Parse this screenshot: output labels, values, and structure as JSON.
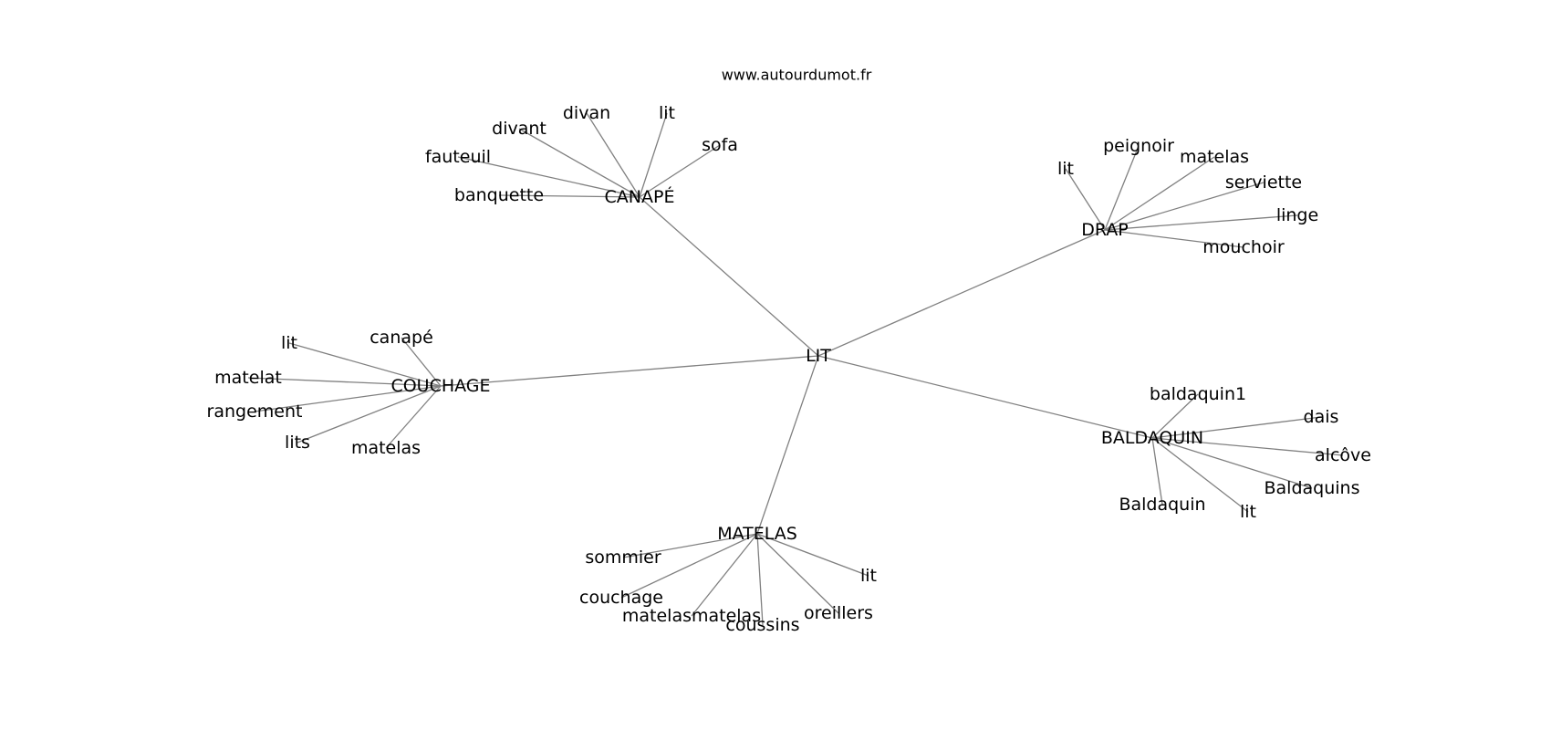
{
  "site": "www.autourdumot.fr",
  "center": "LIT",
  "hubs": [
    {
      "label": "CANAPÉ",
      "leaves": [
        "banquette",
        "fauteuil",
        "divant",
        "divan",
        "lit",
        "sofa"
      ]
    },
    {
      "label": "DRAP",
      "leaves": [
        "lit",
        "peignoir",
        "matelas",
        "serviette",
        "linge",
        "mouchoir"
      ]
    },
    {
      "label": "COUCHAGE",
      "leaves": [
        "lit",
        "canapé",
        "matelat",
        "rangement",
        "lits",
        "matelas"
      ]
    },
    {
      "label": "BALDAQUIN",
      "leaves": [
        "baldaquin1",
        "dais",
        "alcôve",
        "Baldaquins",
        "lit",
        "Baldaquin"
      ]
    },
    {
      "label": "MATELAS",
      "leaves": [
        "sommier",
        "couchage",
        "matelasmatelas",
        "coussins",
        "oreillers",
        "lit"
      ]
    }
  ],
  "colors": {
    "edge": "#808080",
    "text": "#000000",
    "background": "#ffffff"
  }
}
